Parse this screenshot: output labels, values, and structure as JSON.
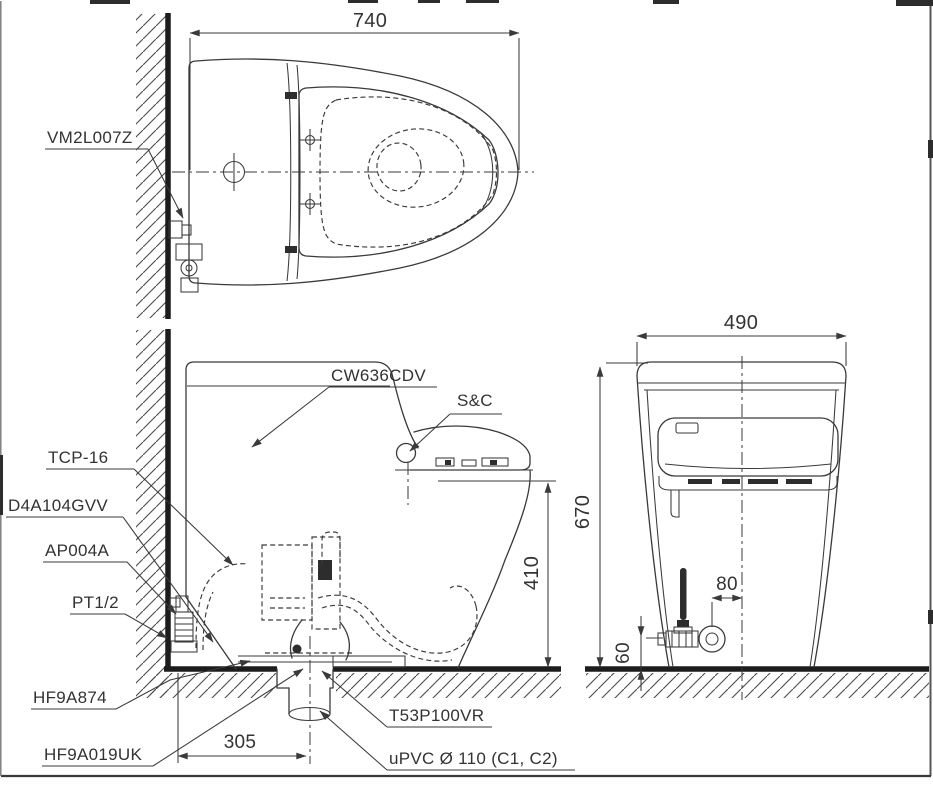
{
  "drawing_title": "Toilet installation technical drawing",
  "colors": {
    "line": "#3a3a3a",
    "thick_line": "#1c1c1c",
    "text": "#333333",
    "background": "#ffffff"
  },
  "top_view": {
    "width_dim": "740",
    "valve_label": "VM2L007Z"
  },
  "side_view": {
    "body_label": "CW636CDV",
    "seat_cover_label": "S&C",
    "flush_valve_label": "TCP-16",
    "supply_hose_label": "D4A104GVV",
    "stop_valve_label": "AP004A",
    "thread_label": "PT1/2",
    "seal_label": "HF9A874",
    "outlet_label": "HF9A019UK",
    "drain_joint_label": "T53P100VR",
    "drain_pipe_label": "uPVC Ø 110 (C1, C2)",
    "seat_height_dim": "410",
    "outlet_offset_dim": "305"
  },
  "front_view": {
    "width_dim": "490",
    "height_dim": "670",
    "valve_offset_dim": "80",
    "valve_height_dim": "60"
  }
}
